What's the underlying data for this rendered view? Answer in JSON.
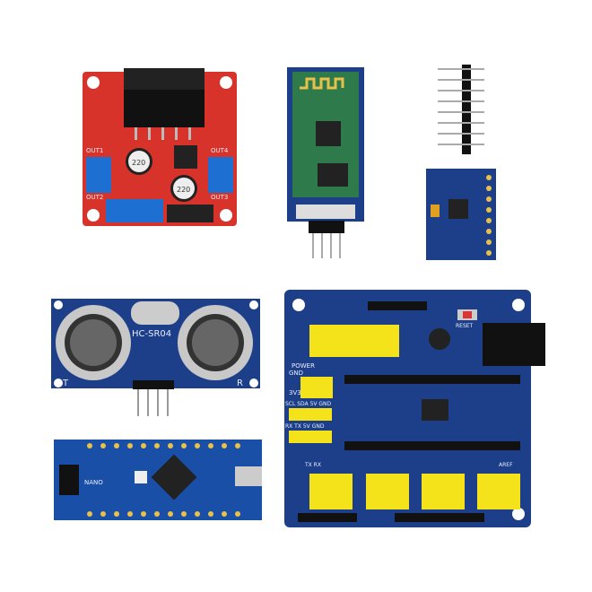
{
  "photo": {
    "modules": {
      "l298n": {
        "labels": {
          "out1": "OUT1",
          "out2": "OUT2",
          "out3": "OUT3",
          "out4": "OUT4",
          "cap1": "220",
          "cap2": "220"
        }
      },
      "hc06": {
        "labels": {}
      },
      "mpu6050": {
        "labels": {}
      },
      "hcsr04": {
        "labels": {
          "model": "HC-SR04",
          "t": "T",
          "r": "R"
        }
      },
      "nano": {
        "labels": {
          "chip": "NANO"
        }
      },
      "shield": {
        "labels": {
          "power": "POWER",
          "reset": "RESET",
          "gnd": "GND",
          "v33": "3V3",
          "i2c": "SCL SDA 5V GND",
          "serial": "RX TX 5V GND",
          "aref": "AREF",
          "txrx": "TX RX"
        }
      }
    },
    "colors": {
      "red_pcb": "#d8332b",
      "blue_pcb": "#1d3f8a",
      "yellow_header": "#f4e21a",
      "green_pcb": "#2f7a4a"
    }
  }
}
